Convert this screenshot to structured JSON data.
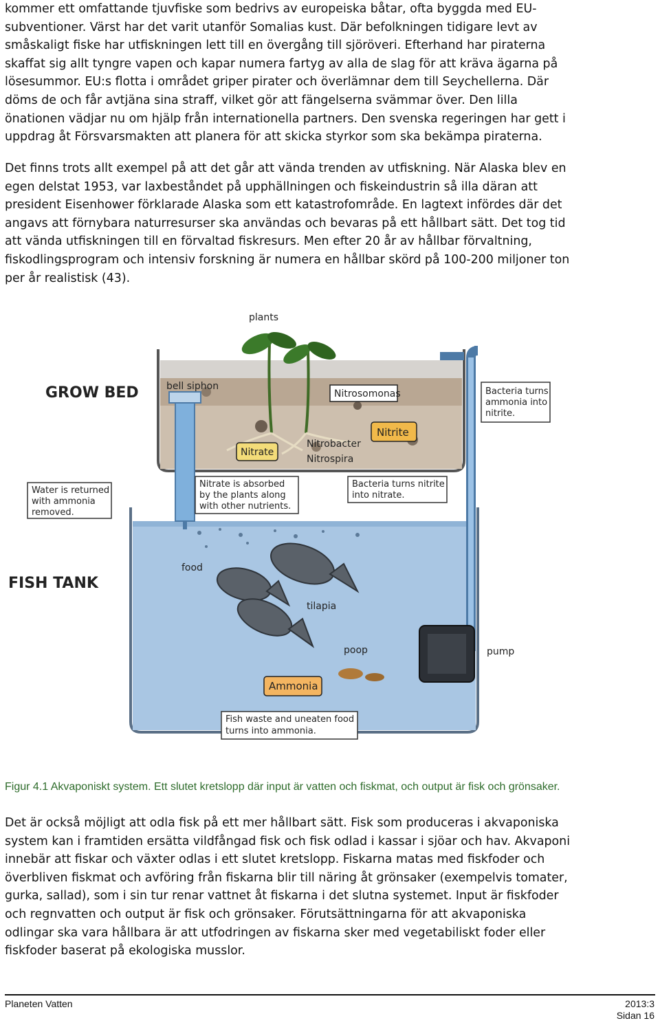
{
  "paragraph1_lines": [
    "kommer ett omfattande tjuvfiske som bedrivs av europeiska båtar, ofta byggda med EU-",
    "subventioner. Värst har det varit utanför Somalias kust. Där befolkningen tidigare levt av",
    "småskaligt fiske har utfiskningen lett till en övergång till sjöröveri. Efterhand har piraterna",
    "skaffat sig allt tyngre vapen och kapar numera fartyg av alla de slag för att kräva ägarna på",
    "lösesummor.  EU:s flotta i området griper pirater och överlämnar dem till Seychellerna. Där",
    "döms de och får avtjäna sina straff, vilket gör att fängelserna svämmar över. Den lilla",
    "önationen vädjar nu om hjälp från internationella partners. Den svenska regeringen har gett i",
    "uppdrag åt Försvarsmakten att planera för att skicka styrkor som ska bekämpa piraterna."
  ],
  "paragraph2_lines": [
    "Det finns trots allt exempel på att det går att vända trenden av utfiskning. När Alaska blev en",
    "egen delstat 1953, var laxbeståndet på upphällningen och fiskeindustrin så illa däran att",
    "president Eisenhower förklarade Alaska som ett katastrofområde. En lagtext infördes där det",
    "angavs att förnybara naturresurser ska användas och bevaras på ett hållbart sätt. Det tog tid",
    "att vända utfiskningen till en förvaltad fiskresurs. Men efter 20 år av hållbar förvaltning,",
    "fiskodlingsprogram och intensiv forskning är numera en hållbar skörd på 100-200 miljoner ton",
    "per år realistisk (43)."
  ],
  "figure": {
    "plants": "plants",
    "grow_bed": "GROW BED",
    "bell_siphon": "bell siphon",
    "nitrosomonas": "Nitrosomonas",
    "bacteria_ammonia_lines": [
      "Bacteria turns",
      "ammonia into",
      "nitrite."
    ],
    "nitrite": "Nitrite",
    "nitrate": "Nitrate",
    "nitrobacter": "Nitrobacter",
    "nitrospira": "Nitrospira",
    "water_returned_lines": [
      "Water is returned",
      "with ammonia",
      "removed."
    ],
    "nitrate_absorbed_lines": [
      "Nitrate is absorbed",
      "by the plants along",
      "with other nutrients."
    ],
    "bacteria_nitrite_lines": [
      "Bacteria turns nitrite",
      "into nitrate."
    ],
    "fish_tank": "FISH TANK",
    "food": "food",
    "tilapia": "tilapia",
    "poop": "poop",
    "pump": "pump",
    "ammonia": "Ammonia",
    "fish_waste_lines": [
      "Fish waste and uneaten food",
      "turns into ammonia."
    ]
  },
  "caption": {
    "label": "Figur 4.1 Akvaponiskt system.",
    "text": " Ett slutet kretslopp där input är vatten och fiskmat, och output är fisk och grönsaker."
  },
  "paragraph3_lines": [
    "Det är också möjligt att odla fisk på ett mer hållbart sätt. Fisk som produceras i akvaponiska",
    "system kan i framtiden ersätta vildfångad fisk och fisk odlad i kassar i sjöar och hav. Akvaponi",
    "innebär att fiskar och växter odlas i ett slutet kretslopp.  Fiskarna matas med fiskfoder och",
    "överbliven fiskmat och avföring från fiskarna blir till näring åt grönsaker (exempelvis tomater,",
    "gurka, sallad), som i sin tur renar vattnet åt fiskarna i det slutna systemet. Input är fiskfoder",
    "och regnvatten och output är fisk och grönsaker. Förutsättningarna för att akvaponiska",
    "odlingar ska vara hållbara är att utfodringen av fiskarna sker med vegetabiliskt foder eller",
    "fiskfoder baserat på ekologiska musslor."
  ],
  "footer": {
    "left": "Planeten Vatten",
    "right_top": "2013:3",
    "right_bottom": "Sidan 16"
  },
  "colors": {
    "water": "#a9c6e3",
    "pipe": "#7fb0dc",
    "caption_green": "#2d6b2a",
    "nitrite_orange": "#f1b94a",
    "nitrate_yellow": "#f3dc79",
    "ammonia_orange": "#f4b561"
  }
}
